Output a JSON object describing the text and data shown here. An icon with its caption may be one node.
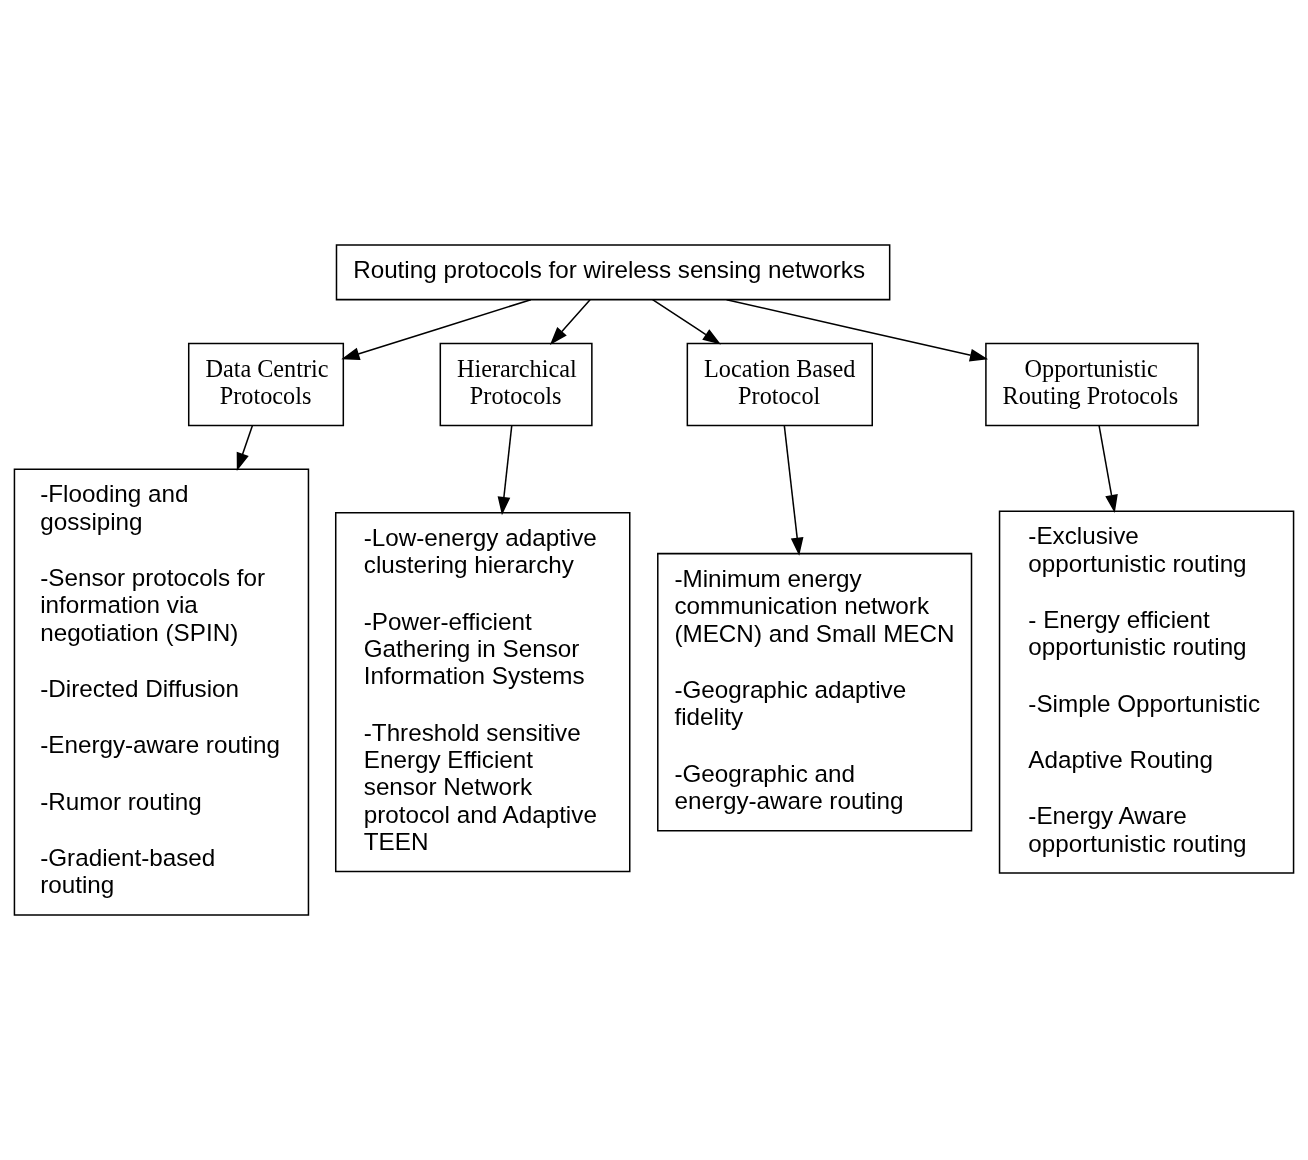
{
  "diagram": {
    "nodes": [
      {
        "text": [
          "Routing protocols for wireless sensing networks"
        ]
      },
      {
        "text": [
          "Data Centric Protocols"
        ]
      },
      {
        "text": [
          "Hierarchical Protocols"
        ]
      },
      {
        "text": [
          "Location Based Protocol"
        ]
      },
      {
        "text": [
          "Opportunistic Routing Protocols"
        ]
      },
      {
        "text": [
          "-Flooding and gossiping",
          "-Sensor protocols for information via negotiation (SPIN)",
          "-Directed Diffusion",
          "-Energy-aware routing",
          "-Rumor routing",
          "-Gradient-based routing"
        ]
      },
      {
        "text": [
          "-Low-energy adaptive clustering hierarchy",
          "-Power-efficient Gathering in Sensor Information Systems",
          "-Threshold sensitive Energy Efficient sensor Network protocol and Adaptive TEEN"
        ]
      },
      {
        "text": [
          "-Minimum energy communication network (MECN) and Small MECN",
          "-Geographic adaptive fidelity",
          "-Geographic and energy-aware routing"
        ]
      },
      {
        "text": [
          "-Exclusive opportunistic routing",
          "- Energy efficient opportunistic routing",
          "-Simple Opportunistic",
          "Adaptive Routing",
          "-Energy Aware opportunistic routing"
        ]
      }
    ],
    "edges": [
      {
        "from": 0,
        "to": 1,
        "arrow": "to"
      },
      {
        "from": 0,
        "to": 2,
        "arrow": "to"
      },
      {
        "from": 0,
        "to": 3,
        "arrow": "to"
      },
      {
        "from": 0,
        "to": 4,
        "arrow": "to"
      },
      {
        "from": 1,
        "to": 5,
        "arrow": "to"
      },
      {
        "from": 2,
        "to": 6,
        "arrow": "to"
      },
      {
        "from": 3,
        "to": 7,
        "arrow": "to"
      },
      {
        "from": 4,
        "to": 8,
        "arrow": "to"
      }
    ]
  }
}
